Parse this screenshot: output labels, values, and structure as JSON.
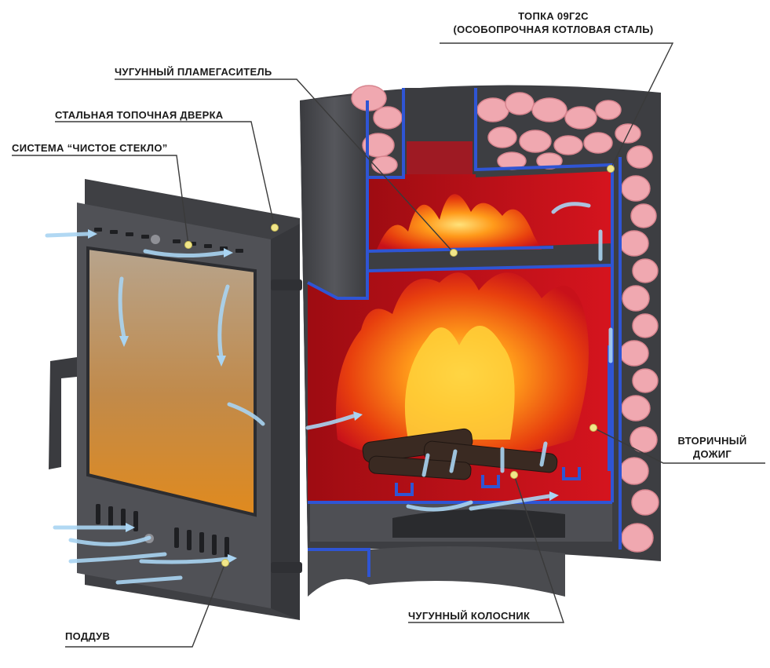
{
  "labels": {
    "firebox_line1": "ТОПКА 09Г2С",
    "firebox_line2": "(ОСОБОПРОЧНАЯ КОТЛОВАЯ СТАЛЬ)",
    "flame_damper": "ЧУГУННЫЙ ПЛАМЕГАСИТЕЛЬ",
    "steel_door": "СТАЛЬНАЯ ТОПОЧНАЯ ДВЕРКА",
    "clean_glass": "СИСТЕМА “ЧИСТОЕ СТЕКЛО”",
    "secondary_line1": "ВТОРИЧНЫЙ",
    "secondary_line2": "ДОЖИГ",
    "cast_iron_grate": "ЧУГУННЫЙ КОЛОСНИК",
    "air_intake": "ПОДДУВ"
  },
  "colors": {
    "steel": "#4a4b4f",
    "steel_dark": "#2e2f33",
    "blue_edge": "#2f55d4",
    "firebox_red": "#c8111a",
    "flame_orange": "#ff8a10",
    "flame_yellow": "#ffd23a",
    "stone_pink": "#f0a8b0",
    "air_arrow": "#a9d4f2",
    "leader_dot": "#f1e68a"
  }
}
